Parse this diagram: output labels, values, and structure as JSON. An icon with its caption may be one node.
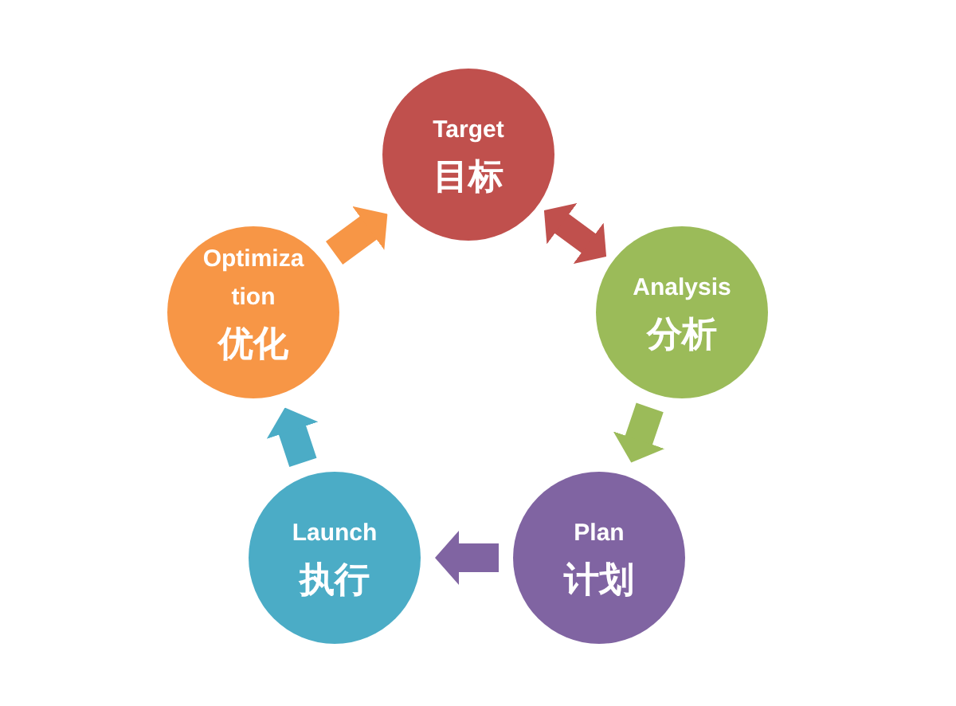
{
  "diagram": {
    "nodes": [
      {
        "text": [
          "Target",
          "目标"
        ]
      },
      {
        "text": [
          "Analysis",
          "分析"
        ]
      },
      {
        "text": [
          "Plan",
          "计划"
        ]
      },
      {
        "text": [
          "Launch",
          "执行"
        ]
      },
      {
        "text": [
          "Optimization",
          "优化"
        ]
      }
    ],
    "edges": [
      {
        "from": 0,
        "to": 1,
        "arrow": "both",
        "color": "#c0504d"
      },
      {
        "from": 1,
        "to": 2,
        "arrow": "to",
        "color": "#9bbb59"
      },
      {
        "from": 2,
        "to": 3,
        "arrow": "to",
        "color": "#8064a2"
      },
      {
        "from": 3,
        "to": 4,
        "arrow": "to",
        "color": "#4bacc6"
      },
      {
        "from": 4,
        "to": 0,
        "arrow": "to",
        "color": "#f79646"
      }
    ]
  }
}
